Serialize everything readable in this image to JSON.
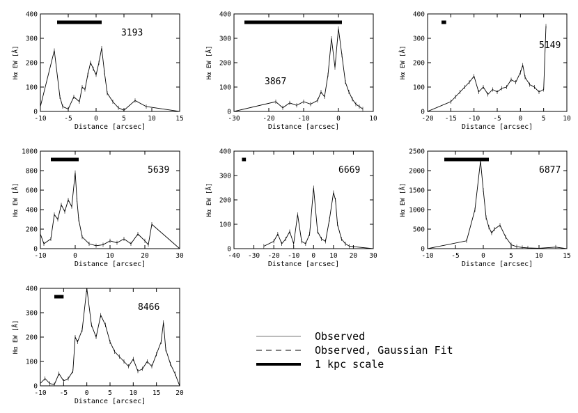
{
  "chart_data": [
    {
      "type": "line",
      "label": "3193",
      "xlabel": "Distance [arcsec]",
      "ylabel": "Hα EW [Å]",
      "xlim": [
        -10,
        15
      ],
      "ylim": [
        0,
        400
      ],
      "xticks": [
        -10,
        -5,
        0,
        5,
        10,
        15
      ],
      "yticks": [
        0,
        100,
        200,
        300,
        400
      ],
      "scale_bar": [
        -7.0,
        1.0
      ],
      "series": [
        {
          "name": "Observed",
          "x": [
            -10,
            -7.5,
            -6.5,
            -6,
            -5,
            -4,
            -3,
            -2.5,
            -2,
            -1.5,
            -1,
            -0.5,
            0,
            0.5,
            1,
            1.5,
            2,
            3,
            4,
            5,
            7,
            9,
            15
          ],
          "y": [
            20,
            250,
            60,
            20,
            10,
            60,
            40,
            100,
            90,
            150,
            200,
            175,
            150,
            200,
            260,
            160,
            75,
            40,
            15,
            5,
            45,
            20,
            0
          ]
        }
      ]
    },
    {
      "type": "line",
      "label": "3867",
      "xlabel": "Distance [arcsec]",
      "ylabel": "Hα EW [Å]",
      "xlim": [
        -30,
        10
      ],
      "ylim": [
        0,
        400
      ],
      "xticks": [
        -30,
        -20,
        -10,
        0,
        10
      ],
      "yticks": [
        0,
        100,
        200,
        300,
        400
      ],
      "scale_bar": [
        -27,
        1
      ],
      "series": [
        {
          "name": "Observed",
          "x": [
            -30,
            -18,
            -16,
            -14,
            -12,
            -10,
            -8,
            -6,
            -5,
            -4,
            -3,
            -2,
            -1,
            0,
            1,
            2,
            3,
            4,
            5,
            6,
            7
          ],
          "y": [
            0,
            40,
            15,
            35,
            25,
            40,
            30,
            45,
            80,
            60,
            150,
            300,
            180,
            340,
            230,
            120,
            80,
            50,
            30,
            20,
            10
          ]
        }
      ]
    },
    {
      "type": "line",
      "label": "5149",
      "xlabel": "Distance [arcsec]",
      "ylabel": "Hα EW [Å]",
      "xlim": [
        -20,
        10
      ],
      "ylim": [
        0,
        400
      ],
      "xticks": [
        -20,
        -15,
        -10,
        -5,
        0,
        5,
        10
      ],
      "yticks": [
        0,
        100,
        200,
        300,
        400
      ],
      "scale_bar": [
        -17,
        -16
      ],
      "series": [
        {
          "name": "Observed",
          "x": [
            -20,
            -15,
            -14,
            -13,
            -12,
            -11,
            -10,
            -9,
            -8,
            -7,
            -6,
            -5,
            -4,
            -3,
            -2,
            -1,
            0,
            0.5,
            1,
            2,
            3,
            4,
            5,
            5.5
          ],
          "y": [
            0,
            40,
            60,
            80,
            100,
            120,
            145,
            80,
            100,
            70,
            90,
            80,
            95,
            100,
            130,
            120,
            160,
            190,
            140,
            110,
            100,
            80,
            90,
            350
          ]
        }
      ]
    },
    {
      "type": "line",
      "label": "5639",
      "xlabel": "Distance [arcsec]",
      "ylabel": "Hα EW [Å]",
      "xlim": [
        -10,
        30
      ],
      "ylim": [
        0,
        1000
      ],
      "xticks": [
        -10,
        0,
        10,
        20,
        30
      ],
      "yticks": [
        0,
        200,
        400,
        600,
        800,
        1000
      ],
      "scale_bar": [
        -7,
        1
      ],
      "series": [
        {
          "name": "Observed",
          "x": [
            -10,
            -9,
            -7,
            -6,
            -5,
            -4,
            -3,
            -2,
            -1,
            0,
            0.5,
            1,
            2,
            4,
            6,
            8,
            10,
            12,
            14,
            16,
            18,
            20,
            21,
            22,
            30
          ],
          "y": [
            150,
            50,
            100,
            350,
            300,
            450,
            380,
            500,
            430,
            780,
            500,
            300,
            120,
            50,
            30,
            40,
            80,
            60,
            100,
            50,
            150,
            80,
            40,
            250,
            0
          ]
        }
      ]
    },
    {
      "type": "line",
      "label": "6669",
      "xlabel": "Distance [arcsec]",
      "ylabel": "Hα EW [Å]",
      "xlim": [
        -40,
        30
      ],
      "ylim": [
        0,
        400
      ],
      "xticks": [
        -40,
        -30,
        -20,
        -10,
        0,
        10,
        20,
        30
      ],
      "yticks": [
        0,
        100,
        200,
        300,
        400
      ],
      "scale_bar": [
        -36,
        -34
      ],
      "series": [
        {
          "name": "Observed",
          "x": [
            -25,
            -20,
            -18,
            -16,
            -14,
            -12,
            -10,
            -8,
            -6,
            -4,
            -2,
            0,
            2,
            4,
            6,
            8,
            10,
            11,
            12,
            14,
            16,
            18,
            30
          ],
          "y": [
            10,
            30,
            60,
            20,
            40,
            70,
            20,
            140,
            30,
            20,
            60,
            250,
            70,
            40,
            30,
            120,
            230,
            200,
            100,
            40,
            20,
            10,
            0
          ]
        }
      ]
    },
    {
      "type": "line",
      "label": "6877",
      "xlabel": "Distance [arcsec]",
      "ylabel": "Hα EW [Å]",
      "xlim": [
        -10,
        15
      ],
      "ylim": [
        0,
        2500
      ],
      "xticks": [
        -10,
        -5,
        0,
        5,
        10,
        15
      ],
      "yticks": [
        0,
        500,
        1000,
        1500,
        2000,
        2500
      ],
      "scale_bar": [
        -7,
        1
      ],
      "series": [
        {
          "name": "Observed",
          "x": [
            -10,
            -3,
            -1.5,
            -0.5,
            0,
            0.5,
            1,
            1.5,
            2,
            3,
            4,
            5,
            6,
            7,
            8,
            10,
            13,
            15
          ],
          "y": [
            0,
            200,
            1000,
            2250,
            1500,
            800,
            550,
            400,
            500,
            600,
            300,
            100,
            50,
            30,
            20,
            10,
            40,
            0
          ]
        }
      ]
    },
    {
      "type": "line",
      "label": "8466",
      "xlabel": "Distance [arcsec]",
      "ylabel": "Hα EW [Å]",
      "xlim": [
        -10,
        20
      ],
      "ylim": [
        0,
        400
      ],
      "xticks": [
        -10,
        -5,
        0,
        5,
        10,
        15,
        20
      ],
      "yticks": [
        0,
        100,
        200,
        300,
        400
      ],
      "scale_bar": [
        -7,
        -5
      ],
      "series": [
        {
          "name": "Observed",
          "x": [
            -10,
            -9,
            -8,
            -7,
            -6,
            -5,
            -4,
            -3,
            -2.5,
            -2,
            -1,
            0,
            1,
            2,
            3,
            4,
            5,
            6,
            7,
            8,
            9,
            10,
            11,
            12,
            13,
            14,
            15,
            16,
            16.5,
            17,
            18,
            19,
            20
          ],
          "y": [
            10,
            30,
            10,
            5,
            50,
            20,
            30,
            60,
            200,
            180,
            230,
            400,
            250,
            200,
            290,
            250,
            180,
            140,
            120,
            100,
            80,
            110,
            60,
            70,
            100,
            80,
            130,
            180,
            260,
            150,
            90,
            50,
            0
          ]
        }
      ]
    }
  ],
  "legend": {
    "observed": "Observed",
    "gaussian": "Observed, Gaussian Fit",
    "scale": "1 kpc scale"
  }
}
